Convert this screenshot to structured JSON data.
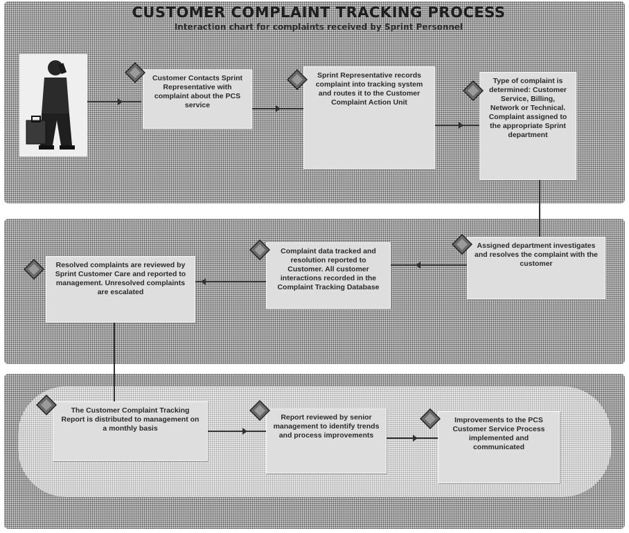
{
  "header": {
    "title": "CUSTOMER COMPLAINT TRACKING PROCESS",
    "subtitle": "Interaction chart for complaints received by Sprint Personnel"
  },
  "steps": [
    {
      "id": 1,
      "text": "Customer Contacts Sprint Representative with complaint about the PCS service"
    },
    {
      "id": 2,
      "text": "Sprint Representative records complaint into tracking system and routes it to the Customer Complaint Action Unit"
    },
    {
      "id": 3,
      "text": "Type of complaint is determined: Customer Service, Billing, Network or Technical. Complaint assigned to the appropriate Sprint department"
    },
    {
      "id": 4,
      "text": "Assigned department investigates and resolves the complaint with the customer"
    },
    {
      "id": 5,
      "text": "Complaint data tracked and resolution reported to Customer. All customer interactions recorded in the Complaint Tracking Database"
    },
    {
      "id": 6,
      "text": "Resolved complaints are reviewed by Sprint Customer Care and reported to management. Unresolved complaints are escalated"
    },
    {
      "id": 7,
      "text": "The Customer Complaint Tracking Report is distributed to management on a monthly basis"
    },
    {
      "id": 8,
      "text": "Report reviewed by senior management to identify trends and process improvements"
    },
    {
      "id": 9,
      "text": "Improvements to the PCS Customer Service Process implemented and communicated"
    }
  ],
  "colors": {
    "panel_dither": "#c4c4c4",
    "box_fill": "#dedede",
    "marker_fill": "#6a6a6a",
    "connector": "#303030",
    "title": "#1e1e1e"
  },
  "icons": {
    "marker": "diamond-badge-icon",
    "person": "person-on-phone-icon"
  }
}
